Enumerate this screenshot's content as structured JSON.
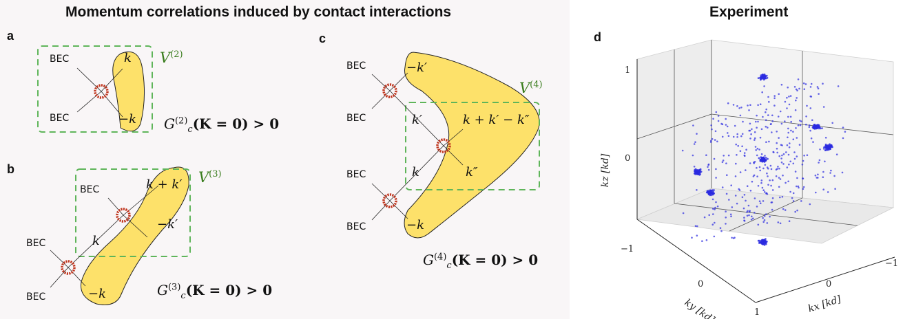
{
  "figure": {
    "left_title": "Momentum correlations induced by contact interactions",
    "right_title": "Experiment",
    "panel_labels": {
      "a": "a",
      "b": "b",
      "c": "c",
      "d": "d"
    },
    "bec_label": "BEC",
    "panel_a": {
      "vertex_label": "V",
      "vertex_order": "(2)",
      "momenta": {
        "top": "k",
        "bottom": "−k"
      },
      "correlation": {
        "prefix": "G",
        "sup": "(2)",
        "sub": "c",
        "arg": "(K = 0) > 0"
      }
    },
    "panel_b": {
      "vertex_label": "V",
      "vertex_order": "(3)",
      "momenta": {
        "top": "k + k′",
        "mid": "−k′",
        "in": "k",
        "bottom": "−k"
      },
      "correlation": {
        "prefix": "G",
        "sup": "(3)",
        "sub": "c",
        "arg": "(K = 0) > 0"
      }
    },
    "panel_c": {
      "vertex_label": "V",
      "vertex_order": "(4)",
      "momenta": {
        "top": "−k′",
        "in1": "k′",
        "out": "k + k′ − k″",
        "in2": "k",
        "out2": "k″",
        "bottom": "−k"
      },
      "correlation": {
        "prefix": "G",
        "sup": "(4)",
        "sub": "c",
        "arg": "(K = 0) > 0"
      }
    },
    "colors": {
      "band": "#fde16a",
      "box": "#5fb55a",
      "vertex": "#c0361f",
      "points": "#2a2ae0"
    }
  },
  "chart_data": {
    "type": "scatter",
    "title": "Experiment",
    "xlabel": "kx [kd]",
    "ylabel": "ky [kd]",
    "zlabel": "kz [kd]",
    "xlim": [
      -1,
      1
    ],
    "ylim": [
      -1,
      1
    ],
    "zlim": [
      -1,
      1
    ],
    "x_ticks": [
      "−1",
      "0"
    ],
    "y_ticks": [
      "0",
      "1"
    ],
    "z_ticks": [
      "1",
      "0",
      "−1"
    ],
    "series": [
      {
        "clusters": [
          {
            "x": 0,
            "y": 0,
            "z": 1
          },
          {
            "x": 0,
            "y": 0,
            "z": -1
          },
          {
            "x": 1,
            "y": 0,
            "z": 0
          },
          {
            "x": -1,
            "y": 0,
            "z": 0
          },
          {
            "x": 0,
            "y": 1,
            "z": 0
          },
          {
            "x": 0,
            "y": -1,
            "z": 0
          },
          {
            "x": 0,
            "y": 0,
            "z": 0
          }
        ]
      }
    ]
  }
}
